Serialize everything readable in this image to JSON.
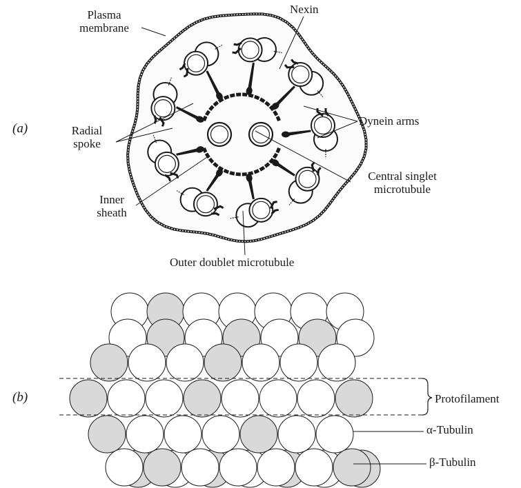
{
  "panel_a": {
    "tag": "(a)",
    "labels": {
      "plasma_membrane": "Plasma\nmembrane",
      "nexin": "Nexin",
      "dynein_arms": "Dynein arms",
      "radial_spoke": "Radial\nspoke",
      "central_singlet": "Central singlet\nmicrotubule",
      "inner_sheath": "Inner\nsheath",
      "outer_doublet": "Outer doublet microtubule"
    }
  },
  "panel_b": {
    "tag": "(b)",
    "labels": {
      "protofilament": "Protofilament",
      "alpha_tubulin": "α-Tubulin",
      "beta_tubulin": "β-Tubulin"
    }
  },
  "colors": {
    "line": "#1a1a1a",
    "shade": "#d9d9d9",
    "background": "#ffffff"
  }
}
